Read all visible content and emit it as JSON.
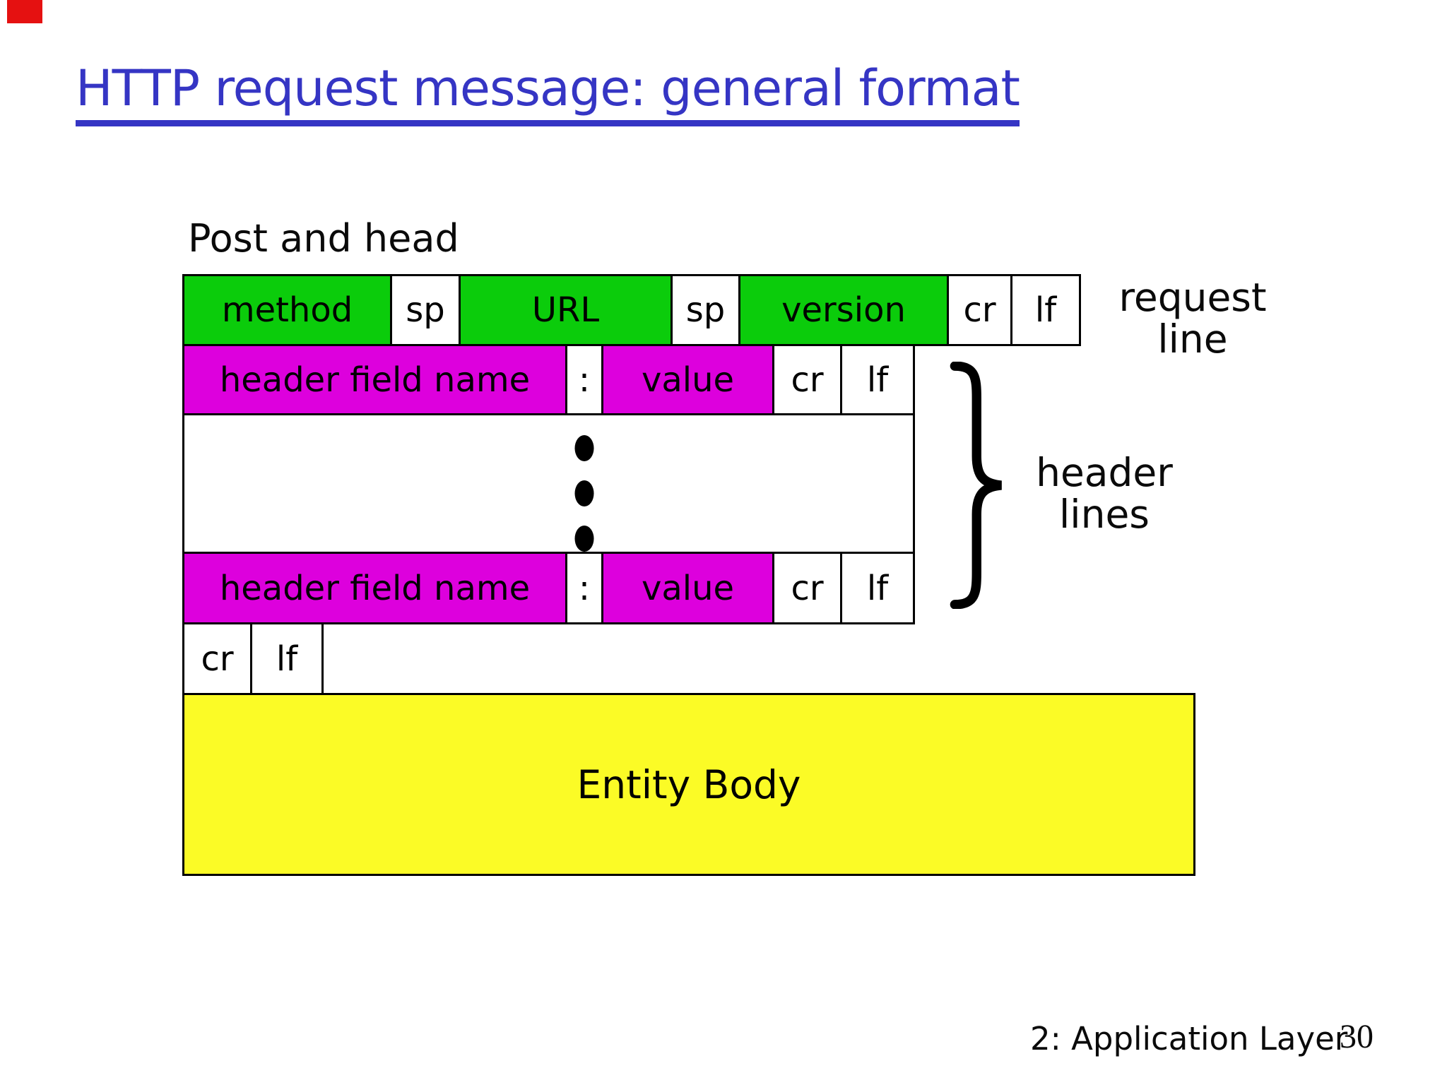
{
  "slide": {
    "title": "HTTP request message: general format",
    "subtitle": "Post and head",
    "footer": {
      "section_label": "2: Application Layer",
      "page_number": "30"
    }
  },
  "colors": {
    "title_blue": "#3535C4",
    "green": "#0BCC0B",
    "magenta": "#DD00DD",
    "yellow": "#FBFB26",
    "red_marker": "#E51111"
  },
  "diagram": {
    "request_line": {
      "annotation": "request\nline",
      "cells": [
        {
          "label": "method"
        },
        {
          "label": "sp"
        },
        {
          "label": "URL"
        },
        {
          "label": "sp"
        },
        {
          "label": "version"
        },
        {
          "label": "cr"
        },
        {
          "label": "lf"
        }
      ]
    },
    "header_line_top": {
      "cells": [
        {
          "label": "header field name"
        },
        {
          "label": ":"
        },
        {
          "label": "value"
        },
        {
          "label": "cr"
        },
        {
          "label": "lf"
        }
      ]
    },
    "header_line_bottom": {
      "cells": [
        {
          "label": "header field name"
        },
        {
          "label": ":"
        },
        {
          "label": "value"
        },
        {
          "label": "cr"
        },
        {
          "label": "lf"
        }
      ]
    },
    "header_lines_annotation": "header\nlines",
    "blank_line": {
      "cells": [
        {
          "label": "cr"
        },
        {
          "label": "lf"
        }
      ]
    },
    "entity_body_label": "Entity Body"
  }
}
